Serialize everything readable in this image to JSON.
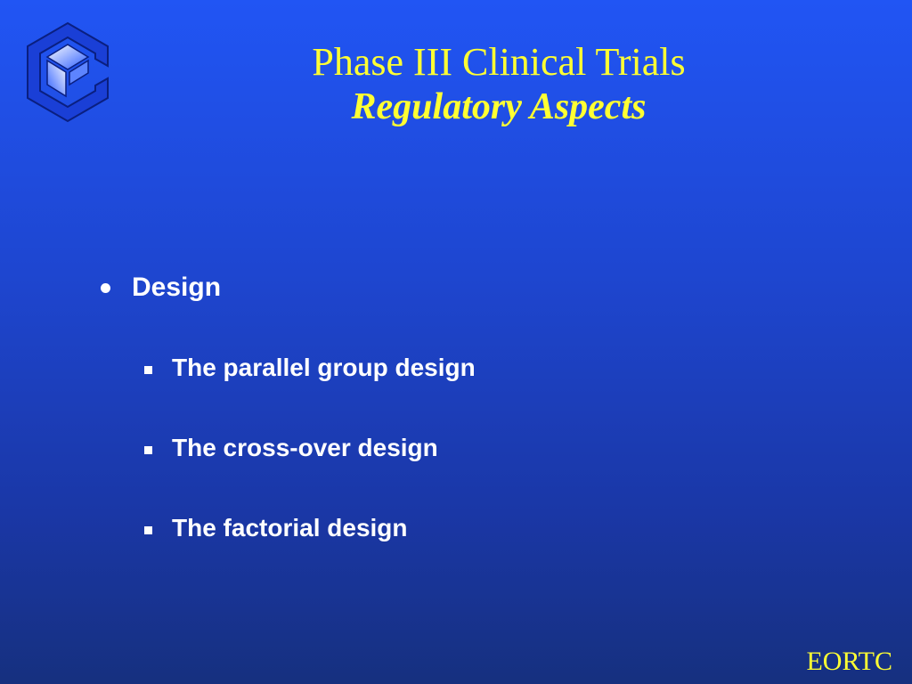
{
  "slide": {
    "logo": "eortc-cube-logo",
    "title": "Phase III Clinical Trials",
    "subtitle": "Regulatory Aspects",
    "bullet": "Design",
    "sub_bullets": [
      "The parallel group design",
      "The cross-over design",
      "The factorial design"
    ],
    "footer": "EORTC"
  },
  "colors": {
    "background_top": "#2155f4",
    "background_bottom": "#16307f",
    "title": "#ffff33",
    "body_text": "#ffffff"
  }
}
